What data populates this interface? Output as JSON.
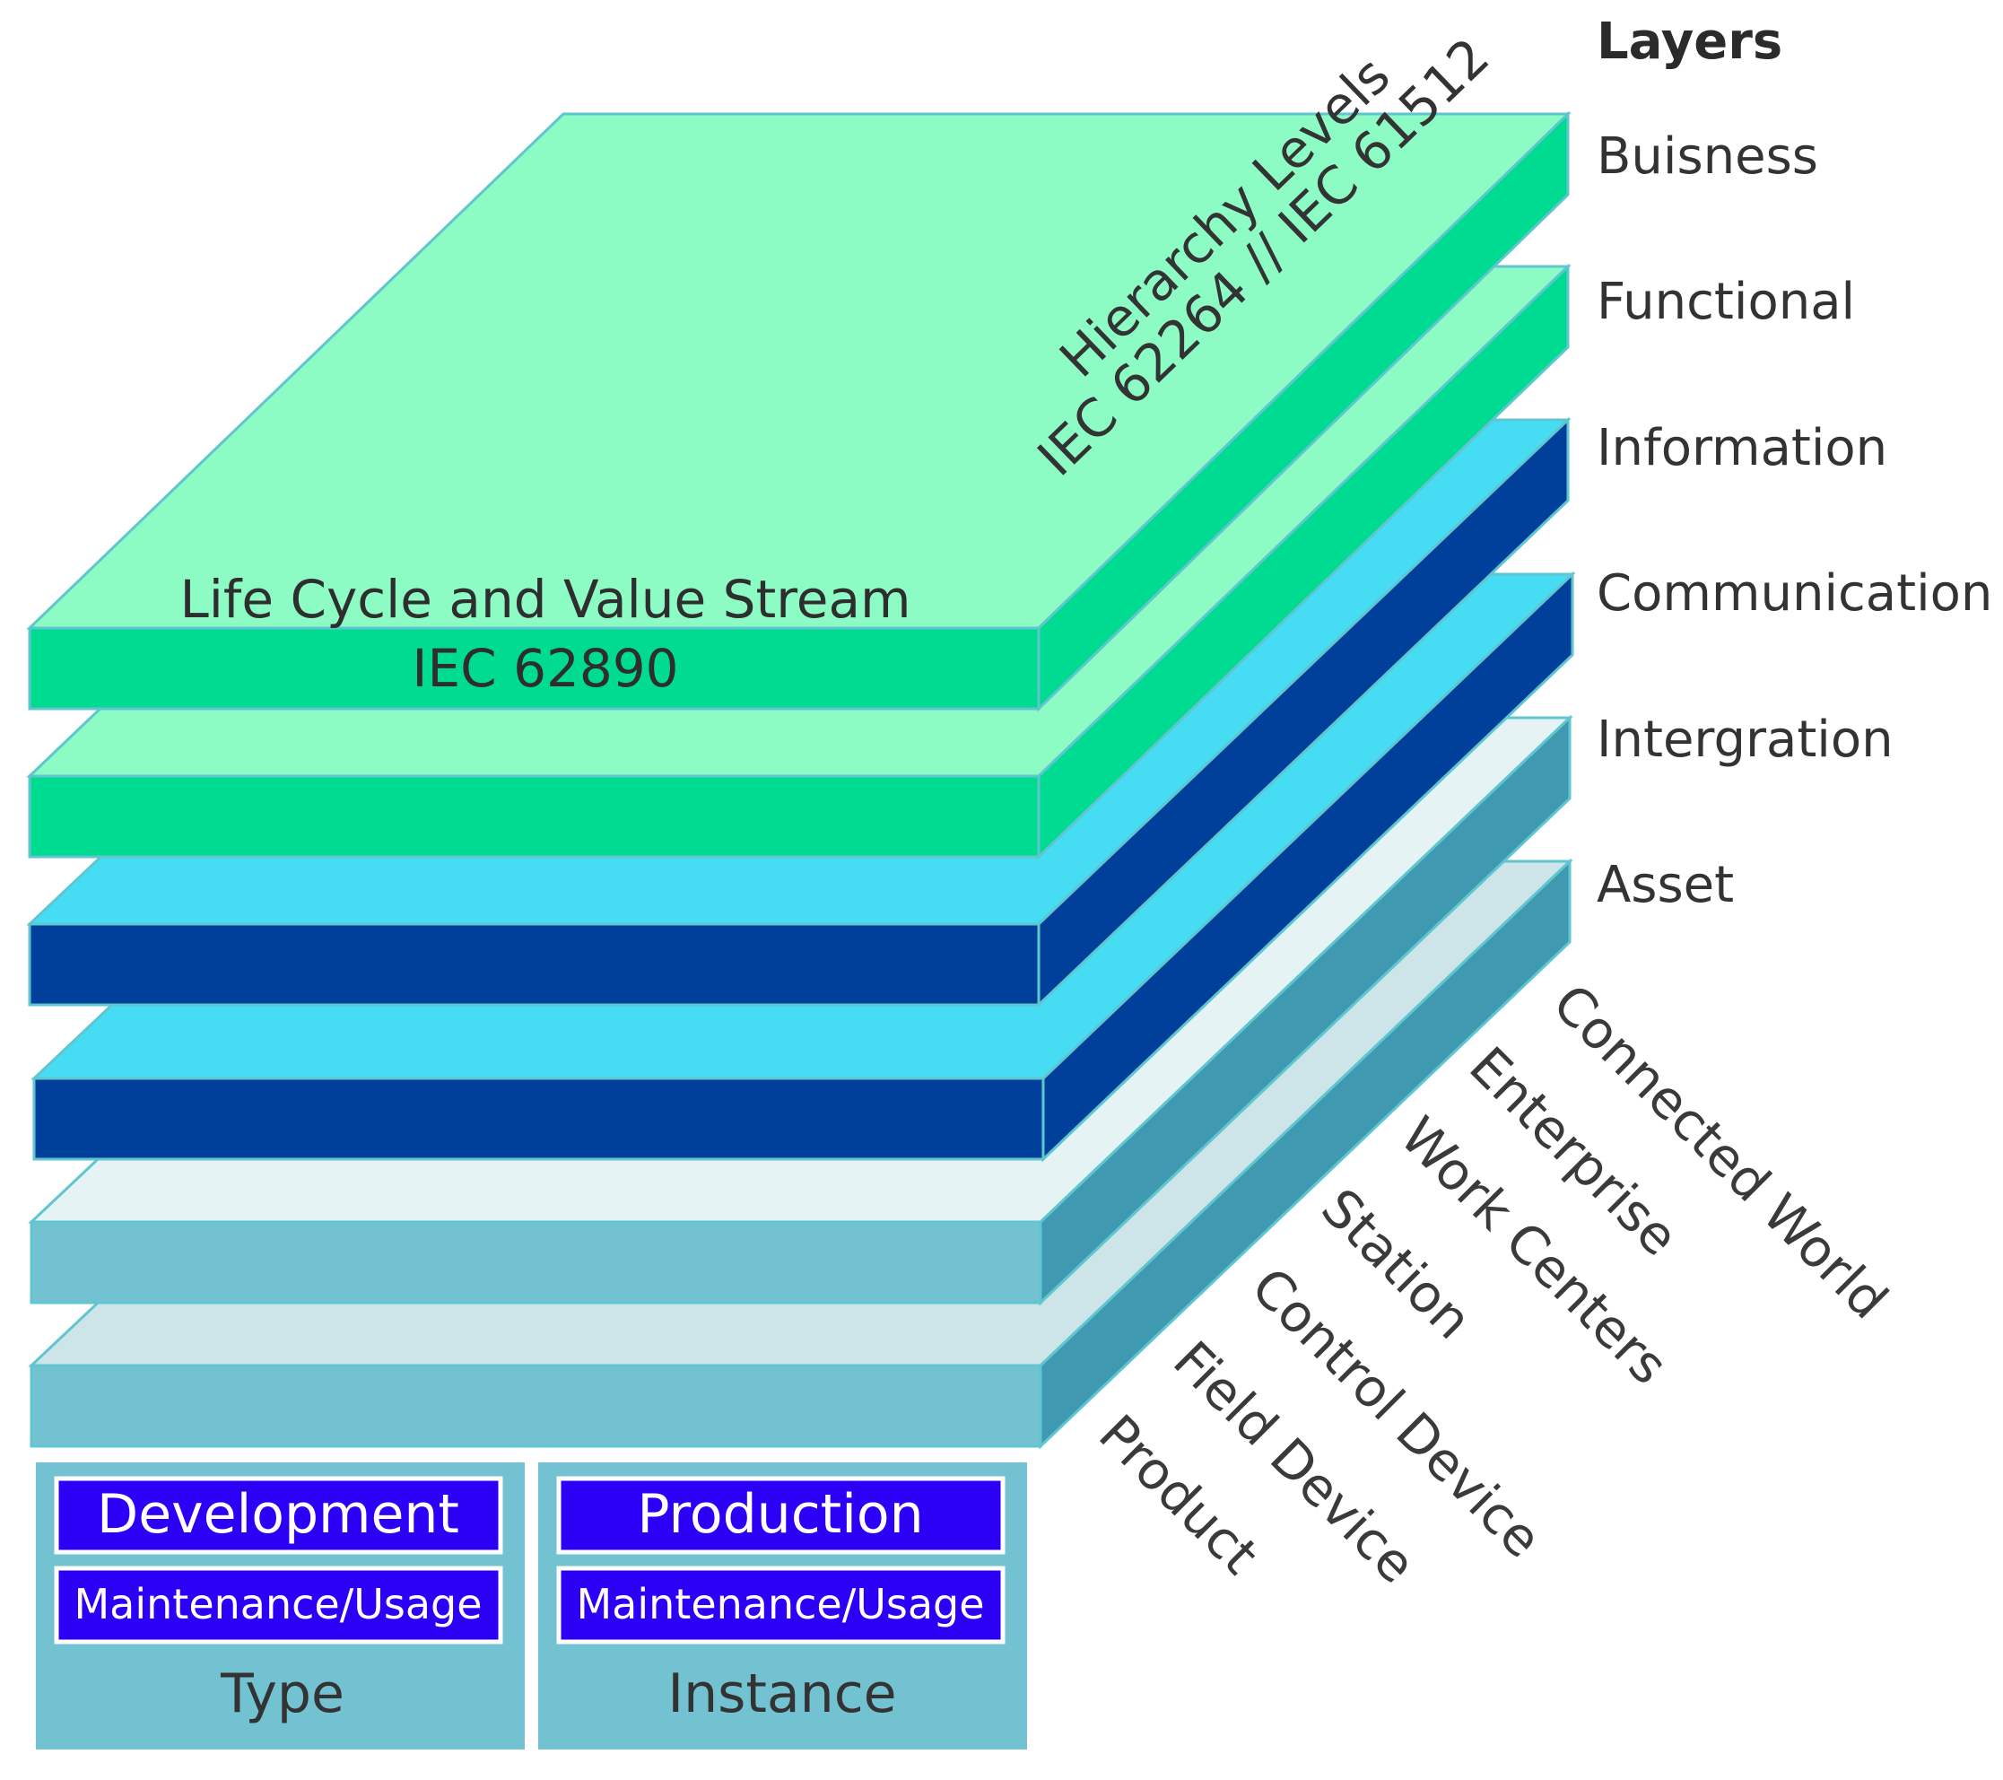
{
  "layers": {
    "title": "Layers",
    "items": [
      {
        "label": "Buisness",
        "top": "#8cfbc4",
        "front": "#00db92",
        "side": "#00db92"
      },
      {
        "label": "Functional",
        "top": "#8cfbc4",
        "front": "#00db92",
        "side": "#00db92"
      },
      {
        "label": "Information",
        "top": "#45dcf4",
        "front": "#00409a",
        "side": "#00409a"
      },
      {
        "label": "Communication",
        "top": "#45dcf4",
        "front": "#00409a",
        "side": "#00409a"
      },
      {
        "label": "Intergration",
        "top": "#e6f3f5",
        "front": "#73c2d1",
        "side": "#3f99b1"
      },
      {
        "label": "Asset",
        "top": "#cde4e9",
        "front": "#73c2d1",
        "side": "#3f99b1"
      }
    ]
  },
  "hierarchy": {
    "title_line1": "Hierarchy Levels",
    "title_line2": "IEC 62264 // IEC 61512",
    "levels": [
      "Connected World",
      "Enterprise",
      "Work Centers",
      "Station",
      "Control Device",
      "Field Device",
      "Product"
    ]
  },
  "lifecycle": {
    "title_line1": "Life Cycle and Value Stream",
    "title_line2": "IEC 62890",
    "groups": [
      {
        "phase": "Development",
        "usage": "Maintenance/Usage",
        "label": "Type"
      },
      {
        "phase": "Production",
        "usage": "Maintenance/Usage",
        "label": "Instance"
      }
    ]
  },
  "colors": {
    "edge": "#5fc6cf",
    "phase_box": "#2c00f5",
    "base_panel": "#72c2d2"
  }
}
